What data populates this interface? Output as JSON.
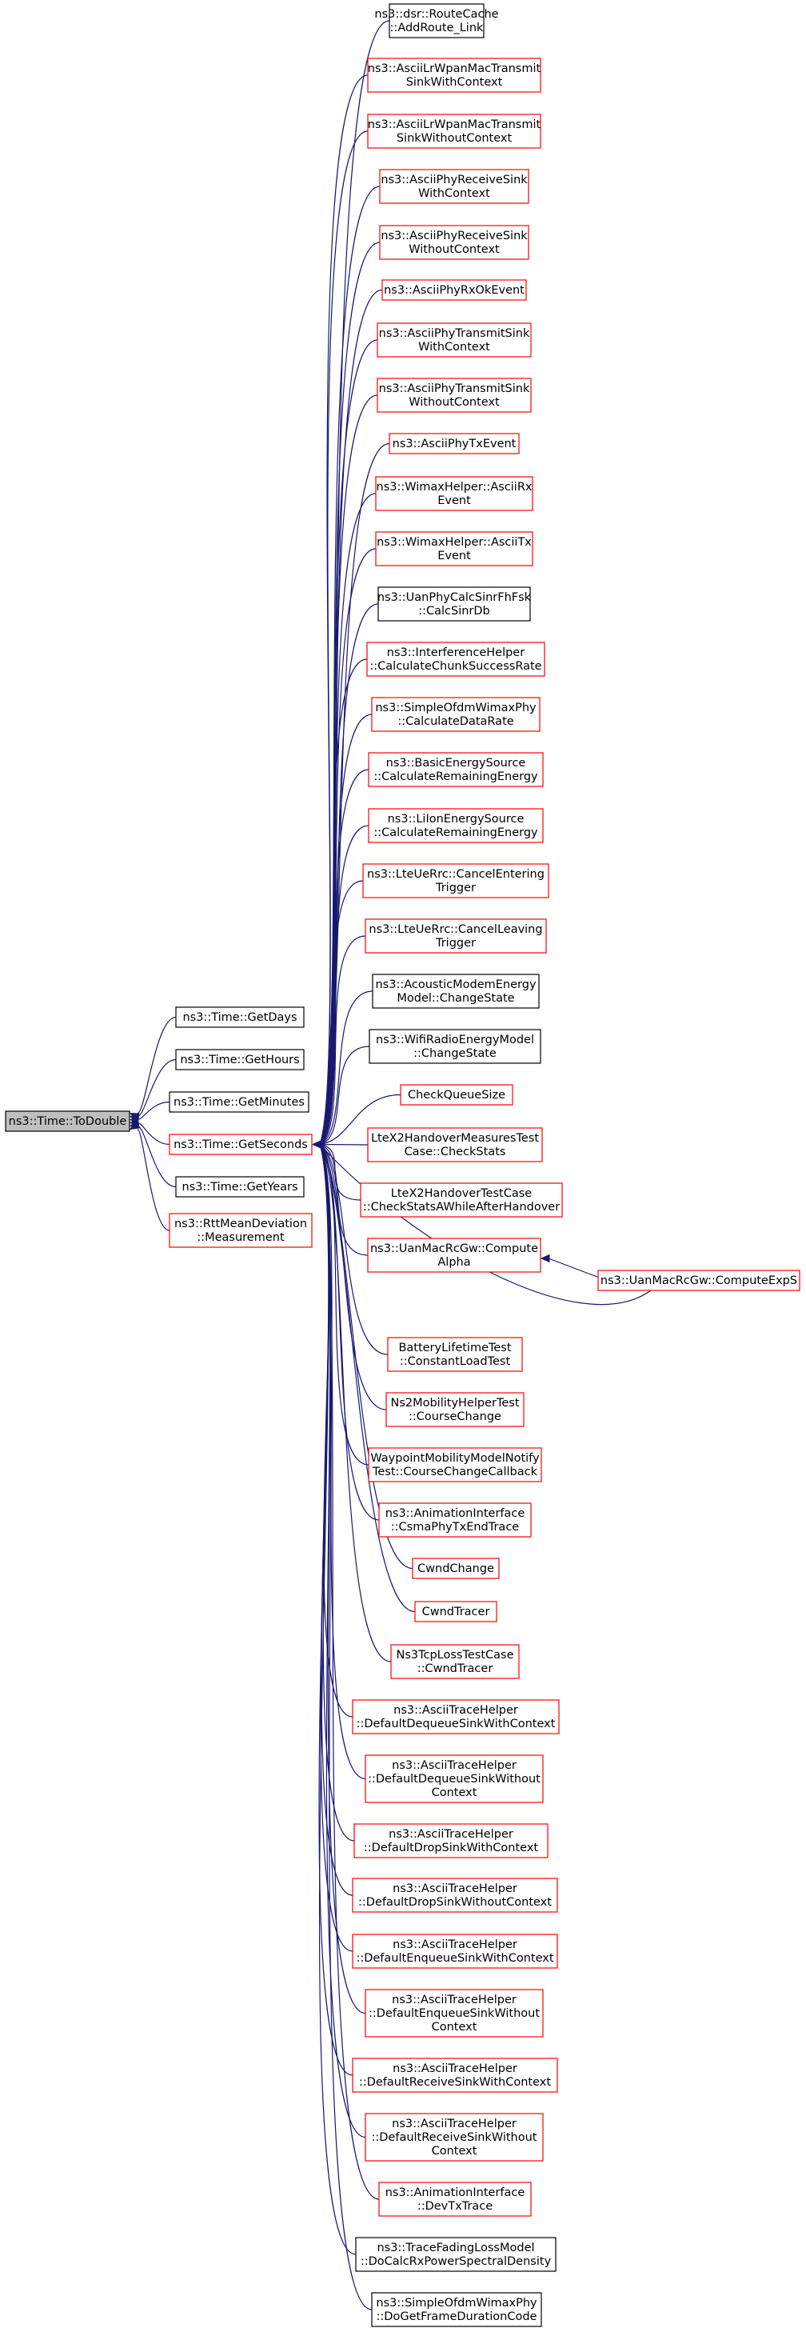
{
  "colors": {
    "edge": "#191970",
    "border_default": "#000000",
    "border_red": "#ff0000",
    "root_fill": "#bfbfbf"
  },
  "nodes": {
    "n0": {
      "lines": [
        "ns3::Time::ToDouble"
      ],
      "style": "root"
    },
    "n1": {
      "lines": [
        "ns3::Time::GetDays"
      ],
      "style": "black"
    },
    "n2": {
      "lines": [
        "ns3::Time::GetHours"
      ],
      "style": "black"
    },
    "n3": {
      "lines": [
        "ns3::Time::GetMinutes"
      ],
      "style": "black"
    },
    "n4": {
      "lines": [
        "ns3::Time::GetSeconds"
      ],
      "style": "red"
    },
    "n5": {
      "lines": [
        "ns3::Time::GetYears"
      ],
      "style": "black"
    },
    "n6": {
      "lines": [
        "ns3::RttMeanDeviation",
        "::Measurement"
      ],
      "style": "red"
    },
    "c0": {
      "lines": [
        "ns3::dsr::RouteCache",
        "::AddRoute_Link"
      ],
      "style": "black"
    },
    "c1": {
      "lines": [
        "ns3::AsciiLrWpanMacTransmit",
        "SinkWithContext"
      ],
      "style": "red"
    },
    "c2": {
      "lines": [
        "ns3::AsciiLrWpanMacTransmit",
        "SinkWithoutContext"
      ],
      "style": "red"
    },
    "c3": {
      "lines": [
        "ns3::AsciiPhyReceiveSink",
        "WithContext"
      ],
      "style": "red"
    },
    "c4": {
      "lines": [
        "ns3::AsciiPhyReceiveSink",
        "WithoutContext"
      ],
      "style": "red"
    },
    "c5": {
      "lines": [
        "ns3::AsciiPhyRxOkEvent"
      ],
      "style": "red"
    },
    "c6": {
      "lines": [
        "ns3::AsciiPhyTransmitSink",
        "WithContext"
      ],
      "style": "red"
    },
    "c7": {
      "lines": [
        "ns3::AsciiPhyTransmitSink",
        "WithoutContext"
      ],
      "style": "red"
    },
    "c8": {
      "lines": [
        "ns3::AsciiPhyTxEvent"
      ],
      "style": "red"
    },
    "c9": {
      "lines": [
        "ns3::WimaxHelper::AsciiRx",
        "Event"
      ],
      "style": "red"
    },
    "c10": {
      "lines": [
        "ns3::WimaxHelper::AsciiTx",
        "Event"
      ],
      "style": "red"
    },
    "c11": {
      "lines": [
        "ns3::UanPhyCalcSinrFhFsk",
        "::CalcSinrDb"
      ],
      "style": "black"
    },
    "c12": {
      "lines": [
        "ns3::InterferenceHelper",
        "::CalculateChunkSuccessRate"
      ],
      "style": "red"
    },
    "c13": {
      "lines": [
        "ns3::SimpleOfdmWimaxPhy",
        "::CalculateDataRate"
      ],
      "style": "red"
    },
    "c14": {
      "lines": [
        "ns3::BasicEnergySource",
        "::CalculateRemainingEnergy"
      ],
      "style": "red"
    },
    "c15": {
      "lines": [
        "ns3::LiIonEnergySource",
        "::CalculateRemainingEnergy"
      ],
      "style": "red"
    },
    "c16": {
      "lines": [
        "ns3::LteUeRrc::CancelEntering",
        "Trigger"
      ],
      "style": "red"
    },
    "c17": {
      "lines": [
        "ns3::LteUeRrc::CancelLeaving",
        "Trigger"
      ],
      "style": "red"
    },
    "c18": {
      "lines": [
        "ns3::AcousticModemEnergy",
        "Model::ChangeState"
      ],
      "style": "black"
    },
    "c19": {
      "lines": [
        "ns3::WifiRadioEnergyModel",
        "::ChangeState"
      ],
      "style": "black"
    },
    "c20": {
      "lines": [
        "CheckQueueSize"
      ],
      "style": "red"
    },
    "c21": {
      "lines": [
        "LteX2HandoverMeasuresTest",
        "Case::CheckStats"
      ],
      "style": "red"
    },
    "c22": {
      "lines": [
        "LteX2HandoverTestCase",
        "::CheckStatsAWhileAfterHandover"
      ],
      "style": "red"
    },
    "c23": {
      "lines": [
        "ns3::UanMacRcGw::Compute",
        "Alpha"
      ],
      "style": "red"
    },
    "c23b": {
      "lines": [
        "ns3::UanMacRcGw::ComputeExpS"
      ],
      "style": "red"
    },
    "c24": {
      "lines": [
        "BatteryLifetimeTest",
        "::ConstantLoadTest"
      ],
      "style": "red"
    },
    "c25": {
      "lines": [
        "Ns2MobilityHelperTest",
        "::CourseChange"
      ],
      "style": "red"
    },
    "c26": {
      "lines": [
        "WaypointMobilityModelNotify",
        "Test::CourseChangeCallback"
      ],
      "style": "red"
    },
    "c27": {
      "lines": [
        "ns3::AnimationInterface",
        "::CsmaPhyTxEndTrace"
      ],
      "style": "red"
    },
    "c28": {
      "lines": [
        "CwndChange"
      ],
      "style": "red"
    },
    "c29": {
      "lines": [
        "CwndTracer"
      ],
      "style": "red"
    },
    "c30": {
      "lines": [
        "Ns3TcpLossTestCase",
        "::CwndTracer"
      ],
      "style": "red"
    },
    "c31": {
      "lines": [
        "ns3::AsciiTraceHelper",
        "::DefaultDequeueSinkWithContext"
      ],
      "style": "red"
    },
    "c32": {
      "lines": [
        "ns3::AsciiTraceHelper",
        "::DefaultDequeueSinkWithout",
        "Context"
      ],
      "style": "red"
    },
    "c33": {
      "lines": [
        "ns3::AsciiTraceHelper",
        "::DefaultDropSinkWithContext"
      ],
      "style": "red"
    },
    "c34": {
      "lines": [
        "ns3::AsciiTraceHelper",
        "::DefaultDropSinkWithoutContext"
      ],
      "style": "red"
    },
    "c35": {
      "lines": [
        "ns3::AsciiTraceHelper",
        "::DefaultEnqueueSinkWithContext"
      ],
      "style": "red"
    },
    "c36": {
      "lines": [
        "ns3::AsciiTraceHelper",
        "::DefaultEnqueueSinkWithout",
        "Context"
      ],
      "style": "red"
    },
    "c37": {
      "lines": [
        "ns3::AsciiTraceHelper",
        "::DefaultReceiveSinkWithContext"
      ],
      "style": "red"
    },
    "c38": {
      "lines": [
        "ns3::AsciiTraceHelper",
        "::DefaultReceiveSinkWithout",
        "Context"
      ],
      "style": "red"
    },
    "c39": {
      "lines": [
        "ns3::AnimationInterface",
        "::DevTxTrace"
      ],
      "style": "red"
    },
    "c40": {
      "lines": [
        "ns3::TraceFadingLossModel",
        "::DoCalcRxPowerSpectralDensity"
      ],
      "style": "black"
    },
    "c41": {
      "lines": [
        "ns3::SimpleOfdmWimaxPhy",
        "::DoGetFrameDurationCode"
      ],
      "style": "black"
    }
  }
}
